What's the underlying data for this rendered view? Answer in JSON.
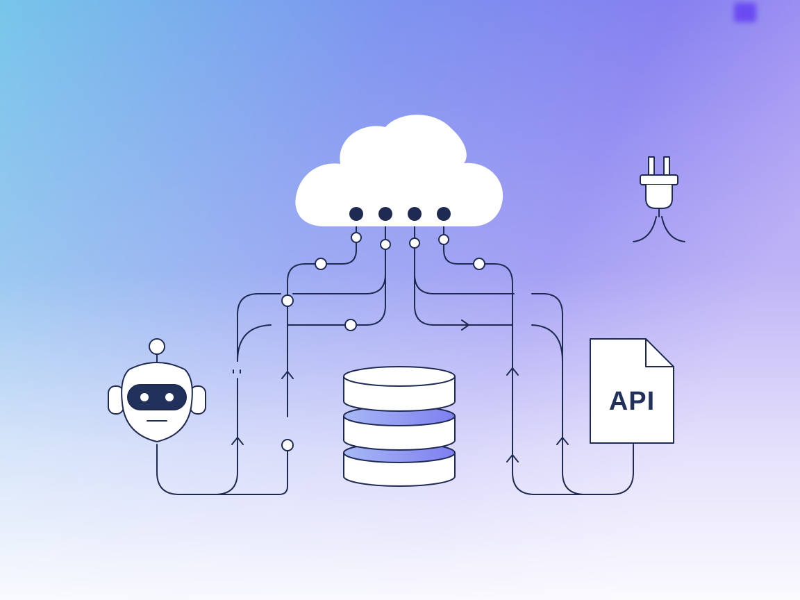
{
  "diagram": {
    "nodes": [
      {
        "id": "cloud",
        "icon": "cloud-icon"
      },
      {
        "id": "robot",
        "icon": "robot-icon"
      },
      {
        "id": "database",
        "icon": "database-icon"
      },
      {
        "id": "api-document",
        "icon": "document-icon",
        "label": "API"
      },
      {
        "id": "plug",
        "icon": "plug-icon"
      }
    ],
    "colors": {
      "line": "#1f2a52",
      "background_stops": [
        "#73c3ea",
        "#7c88f0",
        "#a99af2",
        "#f3f1fb"
      ],
      "accent_square": "#6a4cf2",
      "database_band": "#8b8cf0"
    }
  }
}
